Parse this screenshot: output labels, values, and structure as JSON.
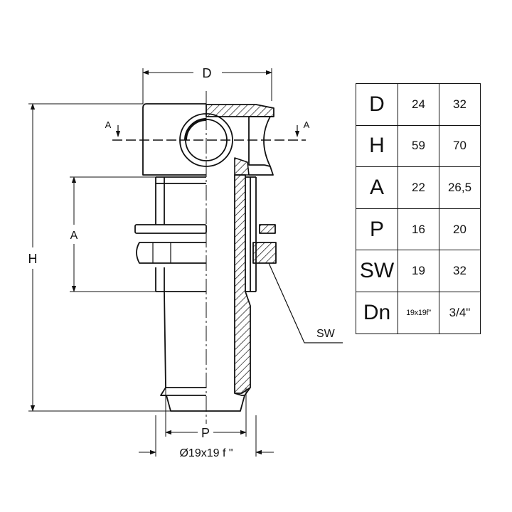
{
  "drawing": {
    "dim_D": "D",
    "dim_H": "H",
    "dim_A": "A",
    "dim_P": "P",
    "dim_bore": "Ø19x19 f \"",
    "section_left": "A",
    "section_right": "A",
    "callout_SW": "SW"
  },
  "spec_table": {
    "rows": [
      {
        "param": "D",
        "v1": "24",
        "v2": "32"
      },
      {
        "param": "H",
        "v1": "59",
        "v2": "70"
      },
      {
        "param": "A",
        "v1": "22",
        "v2": "26,5"
      },
      {
        "param": "P",
        "v1": "16",
        "v2": "20"
      },
      {
        "param": "SW",
        "v1": "19",
        "v2": "32"
      },
      {
        "param": "Dn",
        "v1": "19x19f\"",
        "v2": "3/4\""
      }
    ]
  }
}
